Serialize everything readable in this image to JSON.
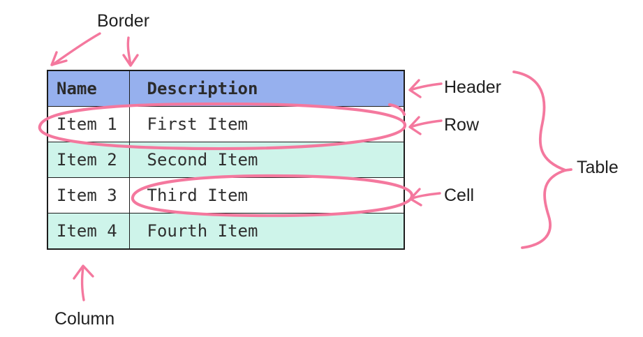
{
  "diagram": {
    "title": "table-anatomy-diagram",
    "labels": {
      "border": "Border",
      "header": "Header",
      "row": "Row",
      "cell": "Cell",
      "table": "Table",
      "column": "Column"
    }
  },
  "table": {
    "columns": [
      "Name",
      "Description"
    ],
    "rows": [
      {
        "name": "Item 1",
        "description": "First Item"
      },
      {
        "name": "Item 2",
        "description": "Second Item"
      },
      {
        "name": "Item 3",
        "description": "Third Item"
      },
      {
        "name": "Item 4",
        "description": "Fourth Item"
      }
    ]
  },
  "colors": {
    "header_bg": "#96B0EE",
    "row_alt_bg": "#CEF4EA",
    "row_bg": "#FFFFFF",
    "annotation_pink": "#F4789E",
    "table_border": "#1C1C1C",
    "label_text": "#1F1F1F",
    "cell_text": "#2F2F2F"
  }
}
